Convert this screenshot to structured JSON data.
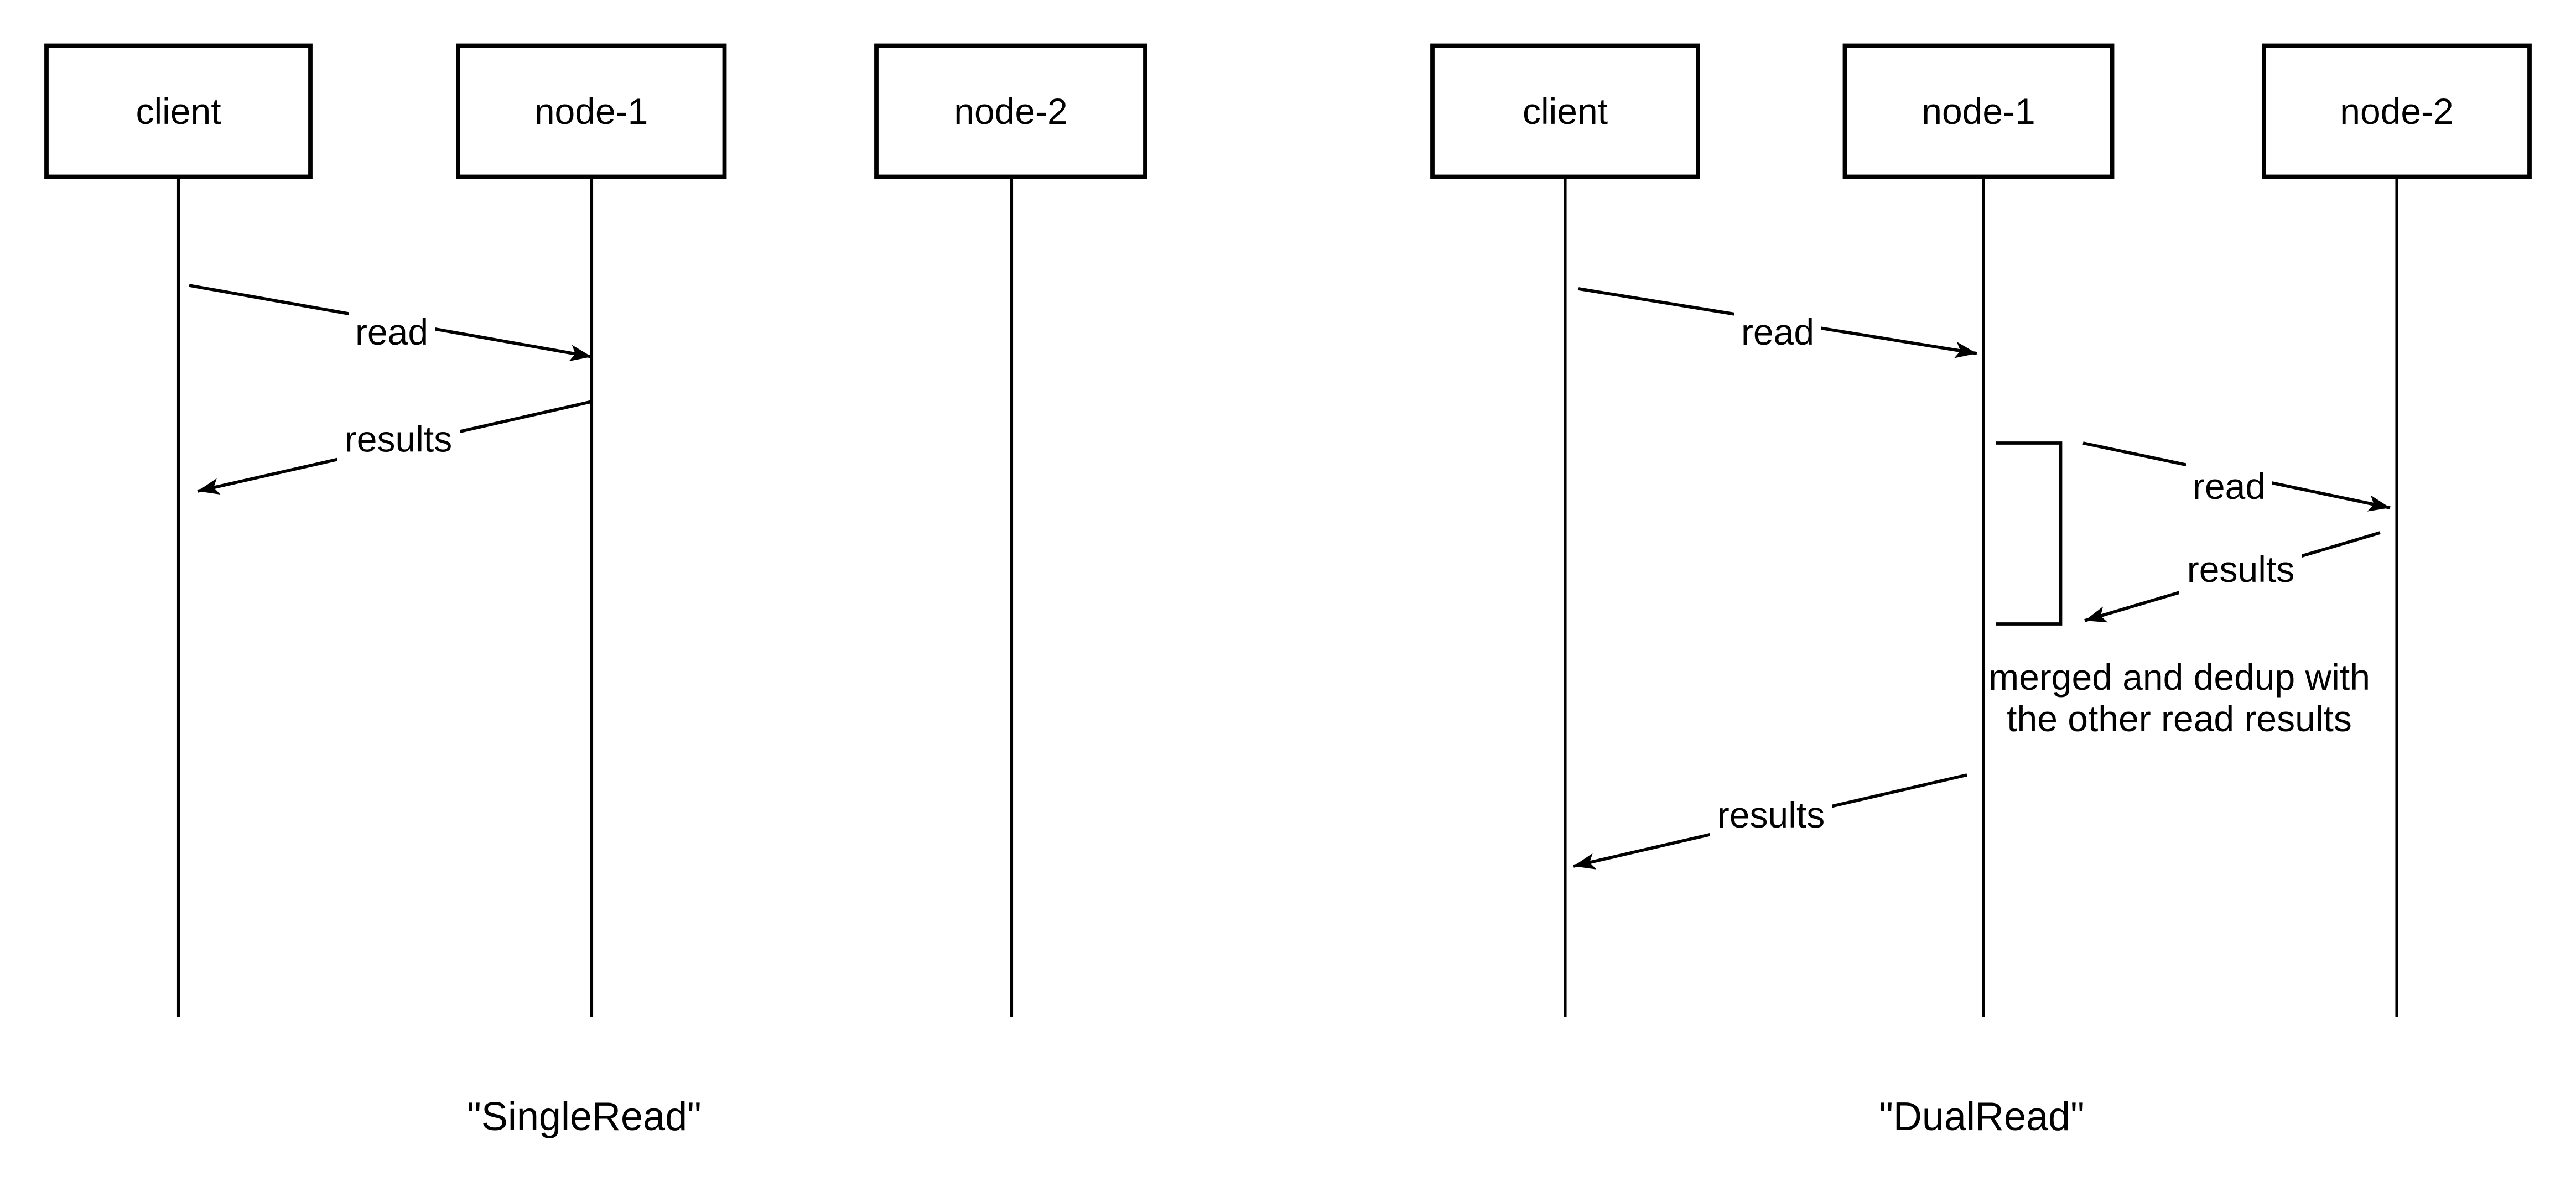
{
  "diagrams": [
    {
      "name": "single-read",
      "caption": "\"SingleRead\"",
      "actors": [
        {
          "label": "client"
        },
        {
          "label": "node-1"
        },
        {
          "label": "node-2"
        }
      ],
      "messages": [
        {
          "label": "read"
        },
        {
          "label": "results"
        }
      ]
    },
    {
      "name": "dual-read",
      "caption": "\"DualRead\"",
      "actors": [
        {
          "label": "client"
        },
        {
          "label": "node-1"
        },
        {
          "label": "node-2"
        }
      ],
      "messages": [
        {
          "label": "read"
        },
        {
          "label": "read"
        },
        {
          "label": "results"
        },
        {
          "label": "results"
        }
      ],
      "note": {
        "line1": "merged and dedup with",
        "line2": "the other read results"
      }
    }
  ],
  "colors": {
    "stroke": "#000000",
    "background": "#ffffff"
  }
}
